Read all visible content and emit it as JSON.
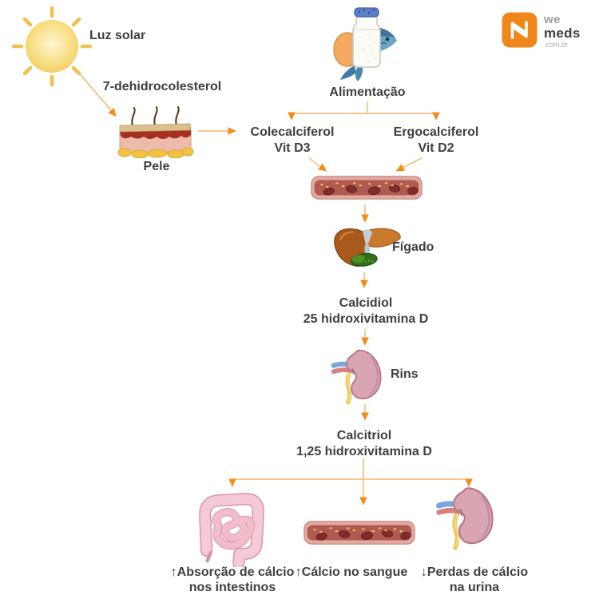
{
  "logo": {
    "we": "we",
    "meds": "meds",
    "domain": ".com.br"
  },
  "colors": {
    "arrow_line": "#f6b469",
    "arrow_head": "#f28d1c",
    "text": "#3f3f3f",
    "logo_orange": "#f0871a",
    "sun_yellow": "#f6d469",
    "vessel_red": "#b05a52",
    "intestine_pink": "#f5c9d6",
    "kidney_pink": "#d9a5b2",
    "liver_brown": "#a85a1d"
  },
  "labels": {
    "luz_solar": "Luz solar",
    "dehidrocolesterol": "7-dehidrocolesterol",
    "pele": "Pele",
    "alimentacao": "Alimentação",
    "colecalciferol_1": "Colecalciferol",
    "colecalciferol_2": "Vit D3",
    "ergocalciferol_1": "Ergocalciferol",
    "ergocalciferol_2": "Vit D2",
    "figado": "Fígado",
    "calcidiol_1": "Calcidiol",
    "calcidiol_2": "25 hidroxivitamina D",
    "rins": "Rins",
    "calcitriol_1": "Calcitriol",
    "calcitriol_2": "1,25 hidroxivitamina D",
    "absorcao_1": "↑Absorção de cálcio",
    "absorcao_2": "nos intestinos",
    "calcio_sangue": "↑Cálcio no sangue",
    "perdas_1": "↓Perdas de cálcio",
    "perdas_2": "na urina"
  },
  "icons": {
    "sun": "sun-icon",
    "skin": "skin-illustration",
    "food": "milk-and-fish-illustration",
    "vessel": "blood-vessel-illustration",
    "liver": "liver-illustration",
    "kidney": "kidney-illustration",
    "intestine": "intestine-illustration"
  }
}
